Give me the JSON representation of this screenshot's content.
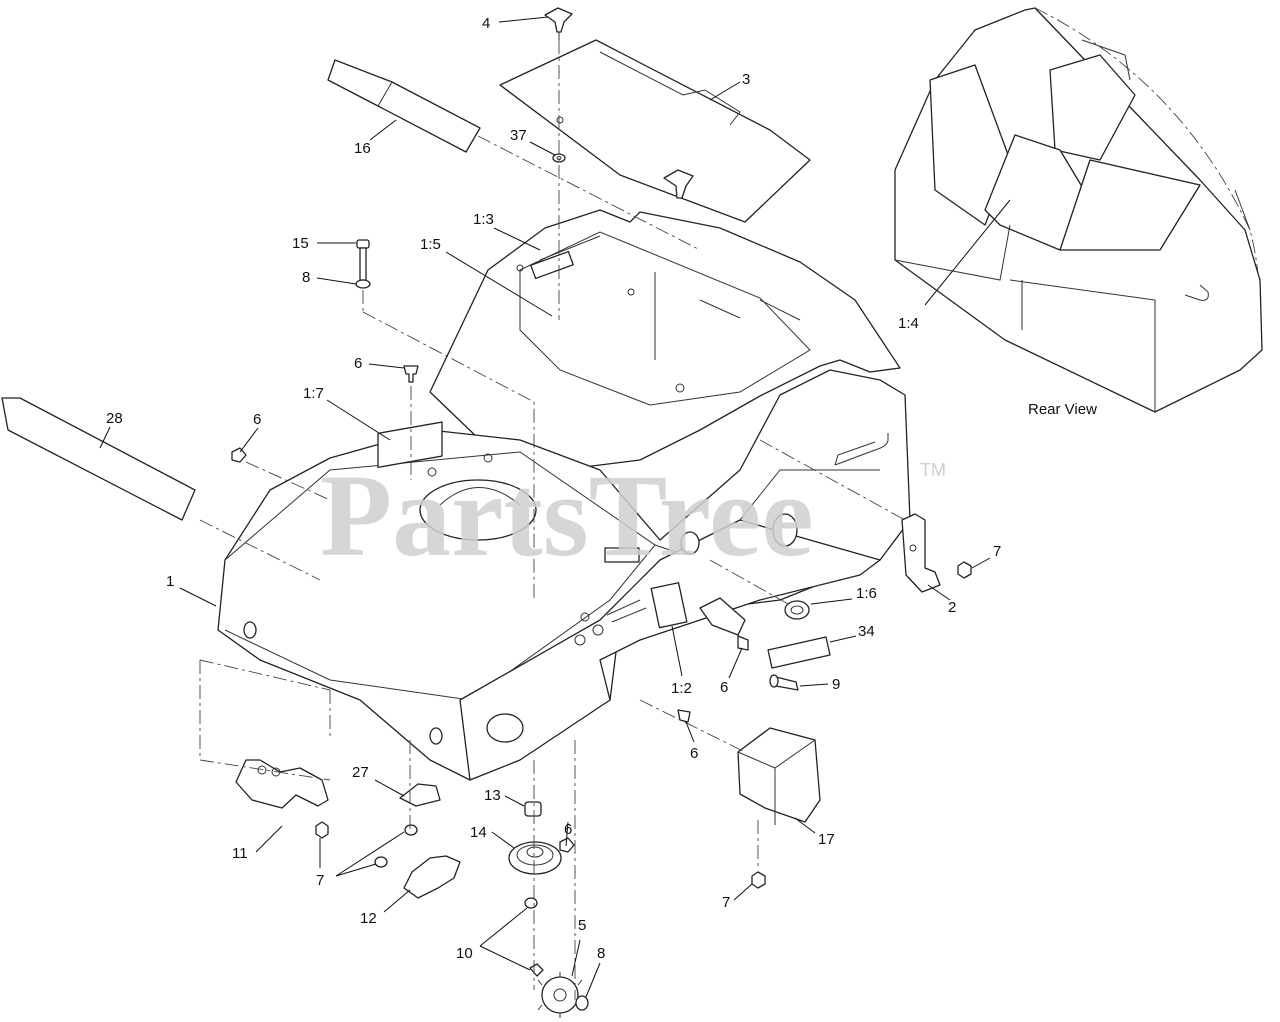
{
  "watermark": {
    "text": "PartsTree",
    "trademark": "TM"
  },
  "rear_view_caption": "Rear View",
  "callouts": [
    {
      "id": "c4",
      "text": "4"
    },
    {
      "id": "c3",
      "text": "3"
    },
    {
      "id": "c16",
      "text": "16"
    },
    {
      "id": "c37",
      "text": "37"
    },
    {
      "id": "c1-3",
      "text": "1:3"
    },
    {
      "id": "c1-5",
      "text": "1:5"
    },
    {
      "id": "c15",
      "text": "15"
    },
    {
      "id": "c8a",
      "text": "8"
    },
    {
      "id": "c6a",
      "text": "6"
    },
    {
      "id": "c1-7",
      "text": "1:7"
    },
    {
      "id": "c28",
      "text": "28"
    },
    {
      "id": "c6b",
      "text": "6"
    },
    {
      "id": "c1",
      "text": "1"
    },
    {
      "id": "c1-4",
      "text": "1:4"
    },
    {
      "id": "c7a",
      "text": "7"
    },
    {
      "id": "c2",
      "text": "2"
    },
    {
      "id": "c1-6",
      "text": "1:6"
    },
    {
      "id": "c34",
      "text": "34"
    },
    {
      "id": "c1-2",
      "text": "1:2"
    },
    {
      "id": "c6c",
      "text": "6"
    },
    {
      "id": "c9",
      "text": "9"
    },
    {
      "id": "c6d",
      "text": "6"
    },
    {
      "id": "c27",
      "text": "27"
    },
    {
      "id": "c13",
      "text": "13"
    },
    {
      "id": "c6e",
      "text": "6"
    },
    {
      "id": "c17",
      "text": "17"
    },
    {
      "id": "c14",
      "text": "14"
    },
    {
      "id": "c11",
      "text": "11"
    },
    {
      "id": "c7b",
      "text": "7"
    },
    {
      "id": "c12",
      "text": "12"
    },
    {
      "id": "c7c",
      "text": "7"
    },
    {
      "id": "c10",
      "text": "10"
    },
    {
      "id": "c5",
      "text": "5"
    },
    {
      "id": "c8b",
      "text": "8"
    }
  ]
}
